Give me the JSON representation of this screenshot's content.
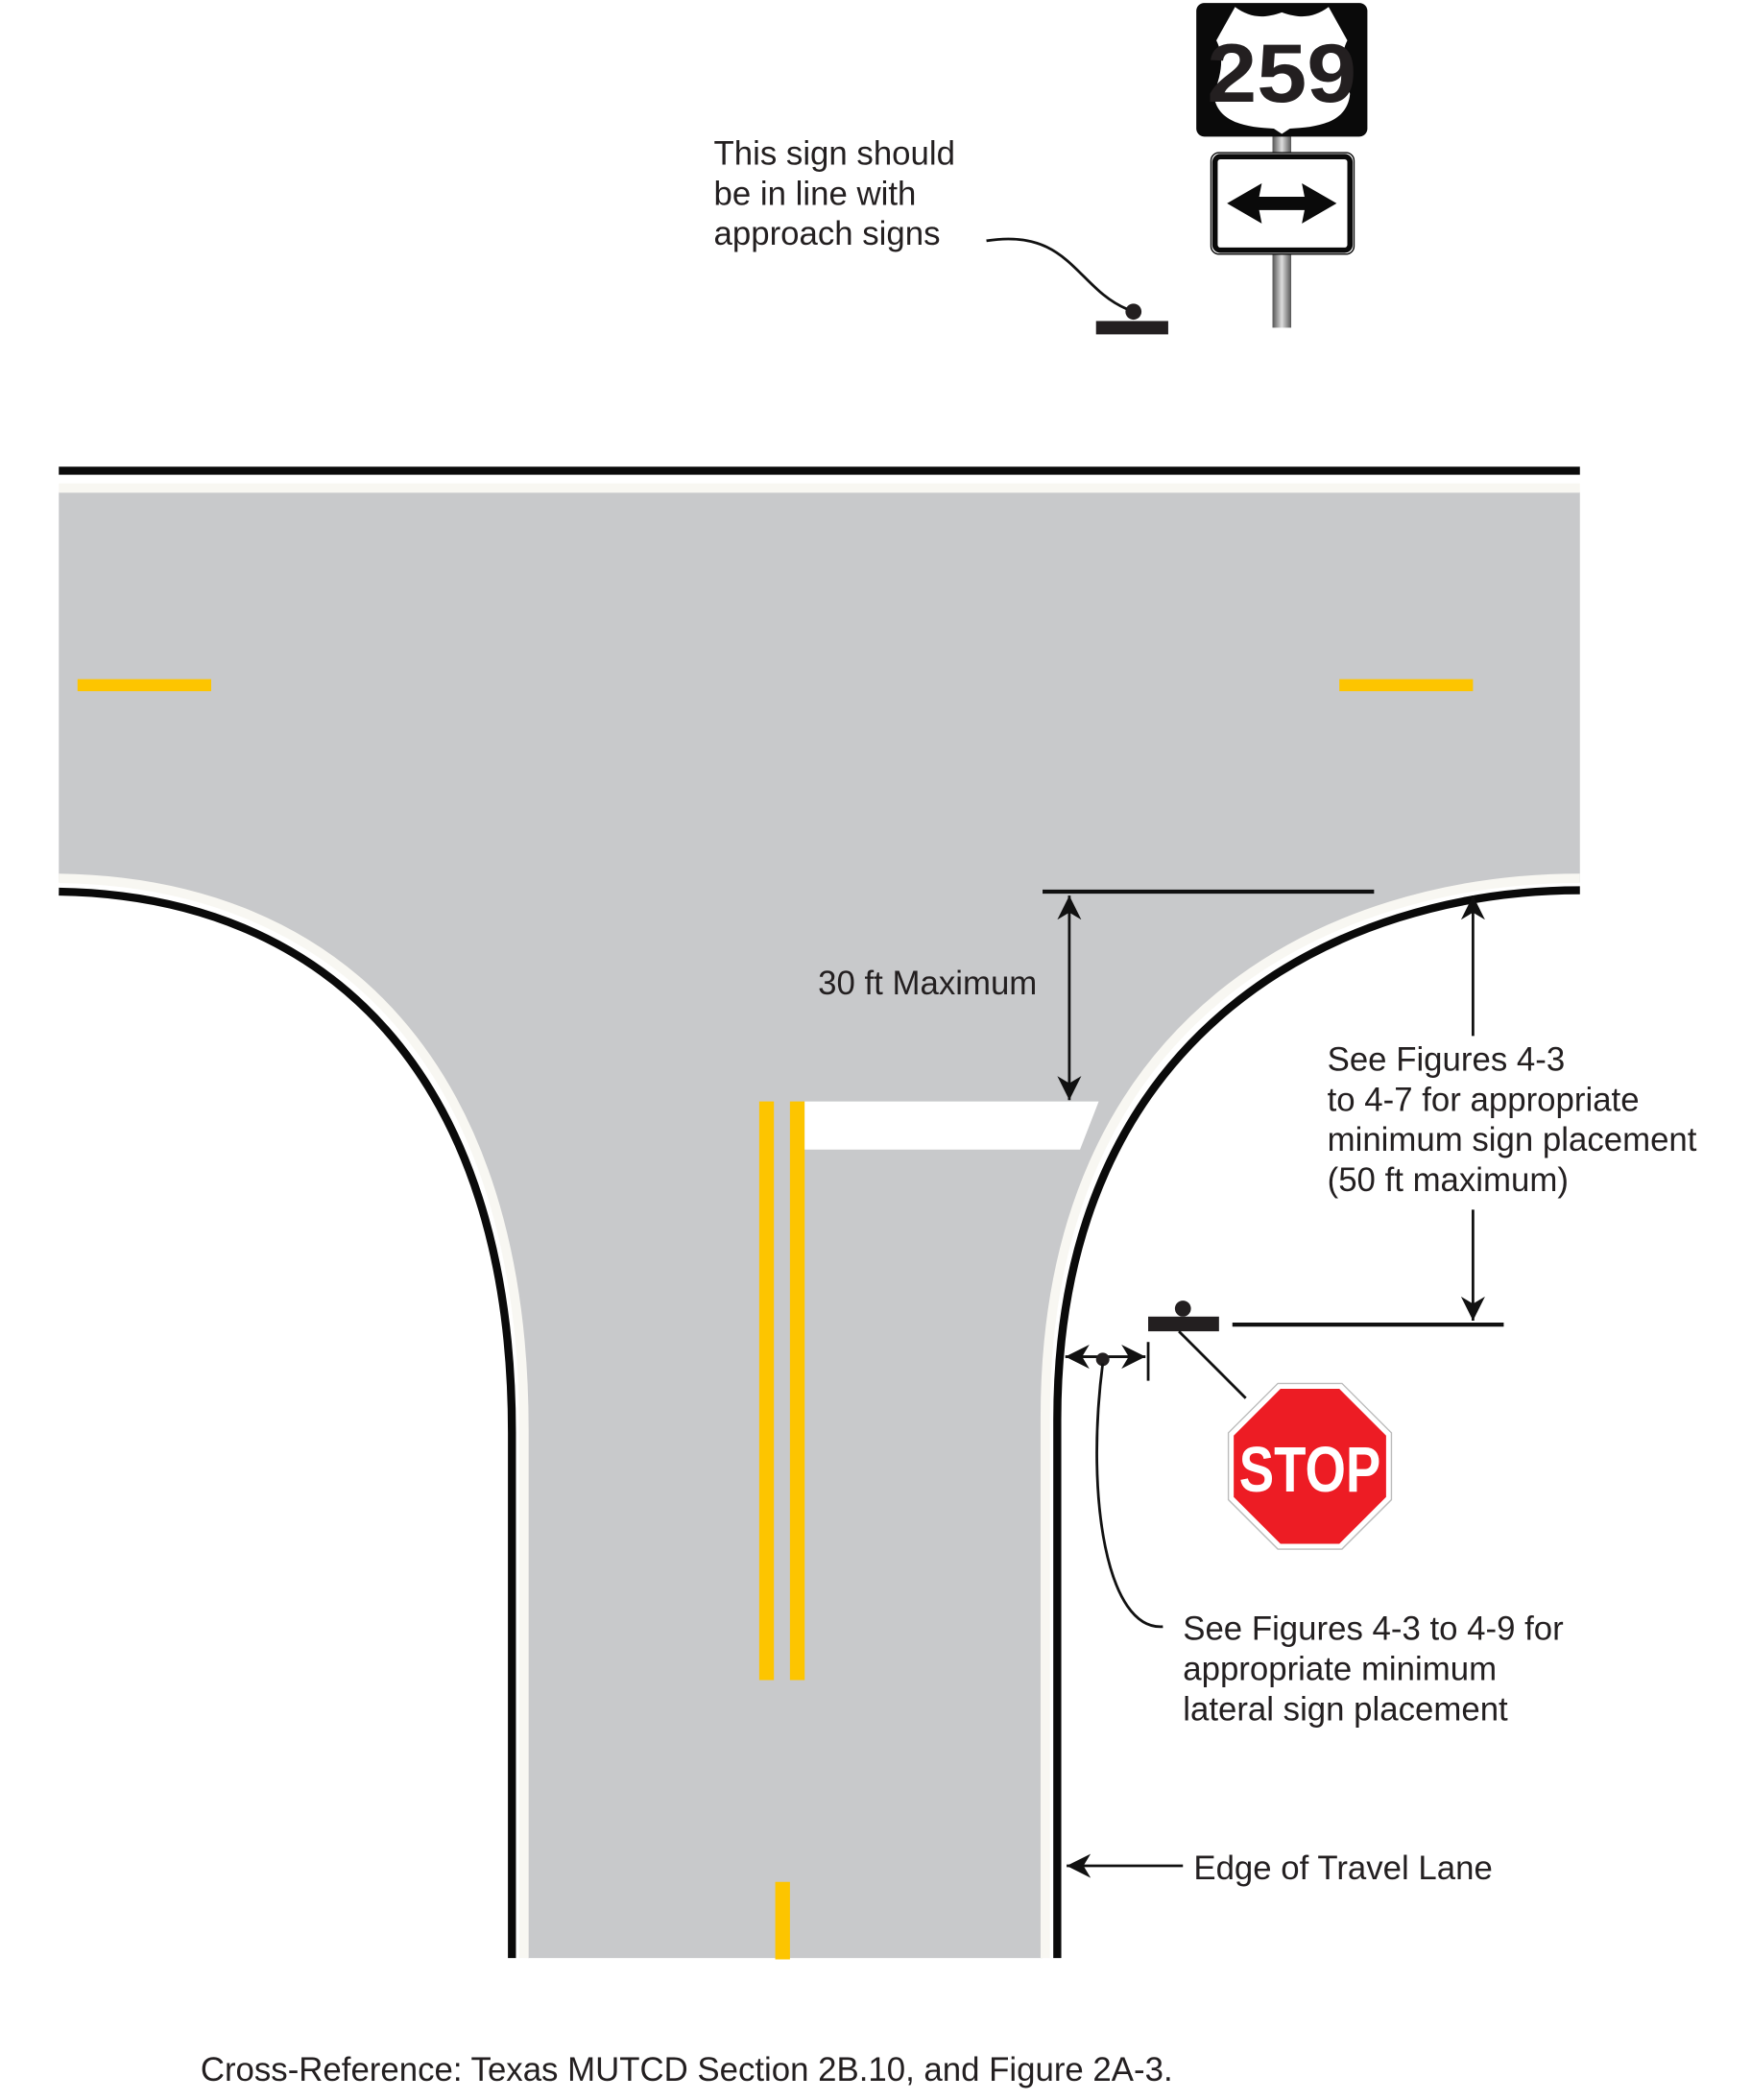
{
  "colors": {
    "pavement": "#c8c9cb",
    "edge_line": "#f8f7f2",
    "curb": "#0a0a0a",
    "center_line": "#fdc500",
    "stop_sign": "#ed1c24"
  },
  "route_shield": {
    "number": "259",
    "icon": "us-route-shield-icon"
  },
  "arrow_plaque": {
    "icon": "double-arrow-left-right-icon"
  },
  "stop_sign": {
    "label": "STOP"
  },
  "annotations": {
    "approach_note": [
      "This sign should",
      "be in line with",
      "approach signs"
    ],
    "max_30ft": "30 ft Maximum",
    "placement_note": [
      "See Figures 4-3",
      "to 4-7 for  appropriate",
      "minimum sign placement",
      "(50 ft maximum)"
    ],
    "lateral_note": [
      "See Figures 4-3 to 4-9 for",
      "appropriate minimum",
      "lateral sign placement"
    ],
    "edge_label": "Edge of Travel Lane"
  },
  "footer": "Cross-Reference: Texas MUTCD Section  2B.10, and Figure 2A-3."
}
